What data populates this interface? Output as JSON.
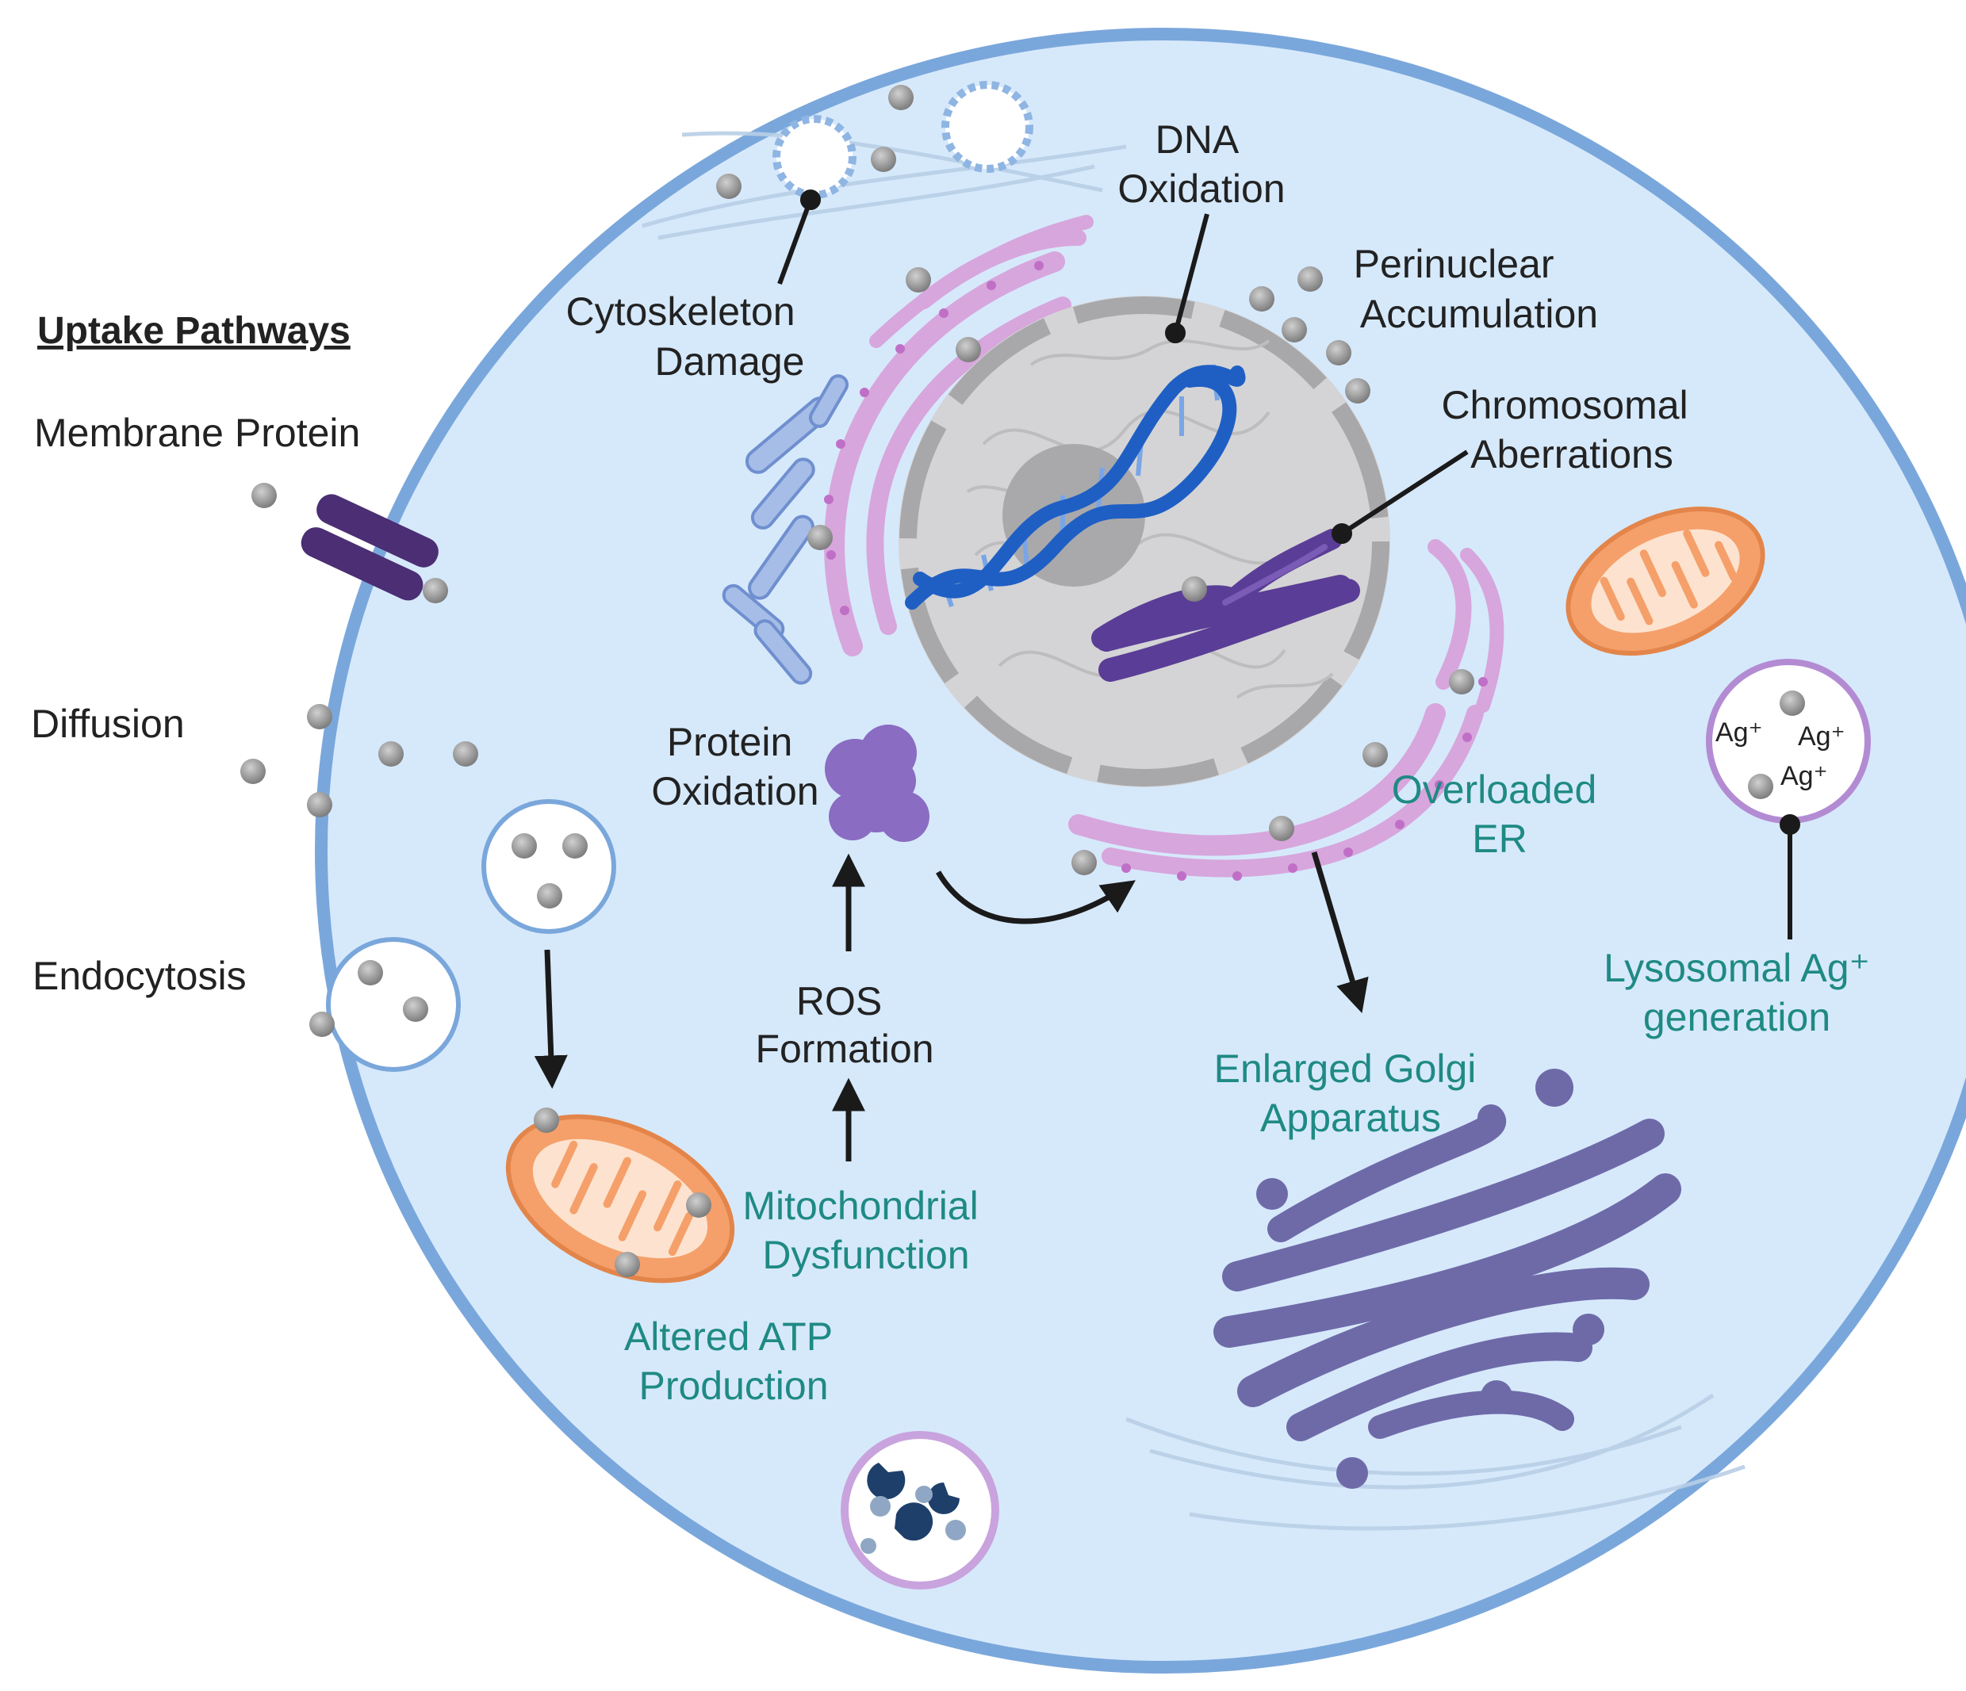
{
  "uptake": {
    "heading": "Uptake Pathways",
    "membrane_protein": "Membrane Protein",
    "diffusion": "Diffusion",
    "endocytosis": "Endocytosis"
  },
  "labels": {
    "cytoskeleton_damage": [
      "Cytoskeleton",
      "Damage"
    ],
    "dna_oxidation": [
      "DNA",
      "Oxidation"
    ],
    "perinuclear_accumulation": [
      "Perinuclear",
      "Accumulation"
    ],
    "chromosomal_aberrations": [
      "Chromosomal",
      "Aberrations"
    ],
    "protein_oxidation": [
      "Protein",
      "Oxidation"
    ],
    "overloaded_er": [
      "Overloaded",
      "ER"
    ],
    "ros_formation": [
      "ROS",
      "Formation"
    ],
    "mitochondrial_dysfunction": [
      "Mitochondrial",
      "Dysfunction"
    ],
    "altered_atp": [
      "Altered ATP",
      "Production"
    ],
    "enlarged_golgi": [
      "Enlarged Golgi",
      "Apparatus"
    ],
    "lysosomal": [
      "Lysosomal Ag⁺",
      "generation"
    ]
  },
  "lysosome_ions": [
    "Ag⁺",
    "Ag⁺",
    "Ag⁺"
  ],
  "colors": {
    "cytoplasm": "#d6e9fb",
    "membrane": "#7aa7db",
    "teal_text": "#1f8a84",
    "dark_text": "#222222",
    "er": "#d7a6dc",
    "nucleus": "#d4d4d6",
    "dna": "#1f5fc4",
    "chromosome": "#5a3d96",
    "golgi": "#6e6aa8",
    "mitochondria": "#f5a06a",
    "nanoparticle": "#9a9a9a"
  }
}
